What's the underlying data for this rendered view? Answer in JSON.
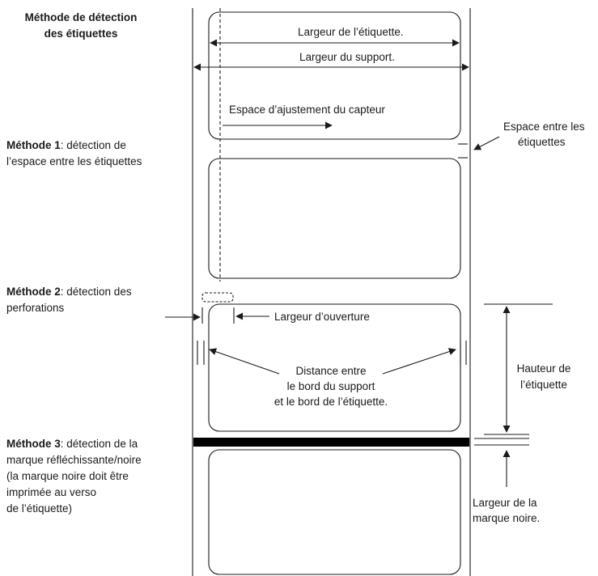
{
  "title": {
    "line1": "Méthode de détection",
    "line2": "des étiquettes"
  },
  "methods": [
    {
      "bold": "Méthode 1",
      "line1_rest": ": détection de",
      "line2": "l’espace entre les étiquettes"
    },
    {
      "bold": "Méthode 2",
      "line1_rest": ": détection des",
      "line2": "perforations"
    },
    {
      "bold": "Méthode 3",
      "line1_rest": ": détection de la",
      "line2": "marque réfléchissante/noire",
      "line3": "(la marque noire doit être",
      "line4": "imprimée au verso",
      "line5": "de l’étiquette)"
    }
  ],
  "labels": {
    "label_width": "Largeur de l’étiquette.",
    "media_width": "Largeur du support.",
    "sensor_space": "Espace d’ajustement du capteur",
    "gap_line1": "Espace entre les",
    "gap_line2": "étiquettes",
    "opening_width": "Largeur d’ouverture",
    "distance_line1": "Distance entre",
    "distance_line2": "le bord du support",
    "distance_line3": "et le bord de l’étiquette.",
    "height_line1": "Hauteur de",
    "height_line2": "l’étiquette",
    "mark_line1": "Largeur de la",
    "mark_line2": "marque noire."
  },
  "colors": {
    "ink": "#1a1a1a",
    "black_mark": "#000000"
  }
}
